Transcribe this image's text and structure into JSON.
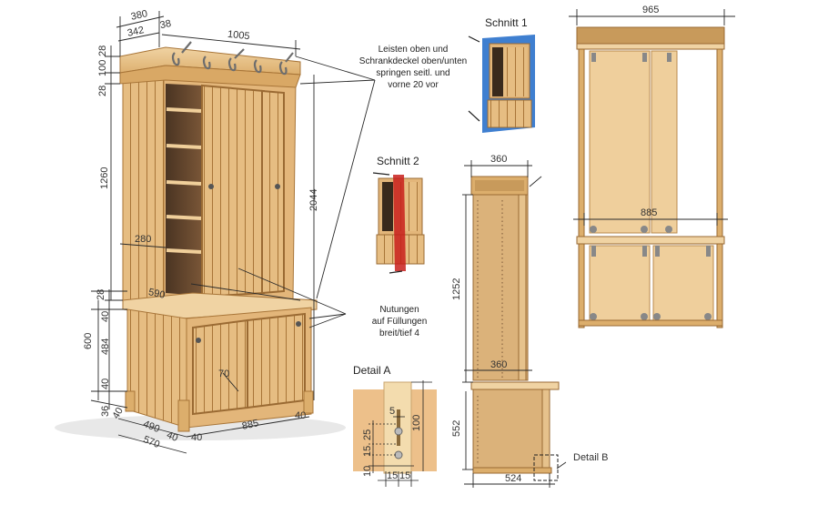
{
  "main_view": {
    "dims": {
      "depth_total": "380",
      "depth_inner": "342",
      "overhang": "38",
      "width_top": "1005",
      "top_28": "28",
      "top_100": "100",
      "top_28b": "28",
      "upper_height": "1260",
      "total_height": "2044",
      "shelf_depth": "280",
      "bench_depth": "590",
      "mid_28": "28",
      "lower_40": "40",
      "lower_600": "600",
      "lower_484": "484",
      "lower_40b": "40",
      "foot_36": "36",
      "foot_40": "40",
      "base_490": "490",
      "base_40": "40",
      "base_570": "570",
      "front_40a": "40",
      "front_885": "885",
      "front_40b": "40",
      "door_70": "70"
    },
    "note_top": [
      "Leisten oben und",
      "Schrankdeckel oben/unten",
      "springen seitl. und",
      "vorne 20 vor"
    ],
    "note_groove": [
      "Nutungen",
      "auf Füllungen",
      "breit/tief 4"
    ]
  },
  "section1": {
    "title": "Schnitt 1",
    "plane_color": "#3f7fd0"
  },
  "section2": {
    "title": "Schnitt 2",
    "plane_color": "#c8201c"
  },
  "detail_a": {
    "title": "Detail A",
    "dims": {
      "d5": "5",
      "d25": "25",
      "d15": "15",
      "d10": "10",
      "d100": "100",
      "w15a": "15",
      "w15b": "15"
    }
  },
  "side_section": {
    "dims": {
      "top_width": "360",
      "upper_height": "1252",
      "mid_width": "360",
      "lower_height": "552",
      "base_width": "524"
    },
    "detail_b_label": "Detail B"
  },
  "front_section": {
    "dims": {
      "width": "965",
      "inner_width": "885"
    }
  },
  "colors": {
    "wood_light": "#e9c48c",
    "wood_mid": "#d9a865",
    "wood_dark": "#b98445",
    "line": "#2a2a2a"
  }
}
